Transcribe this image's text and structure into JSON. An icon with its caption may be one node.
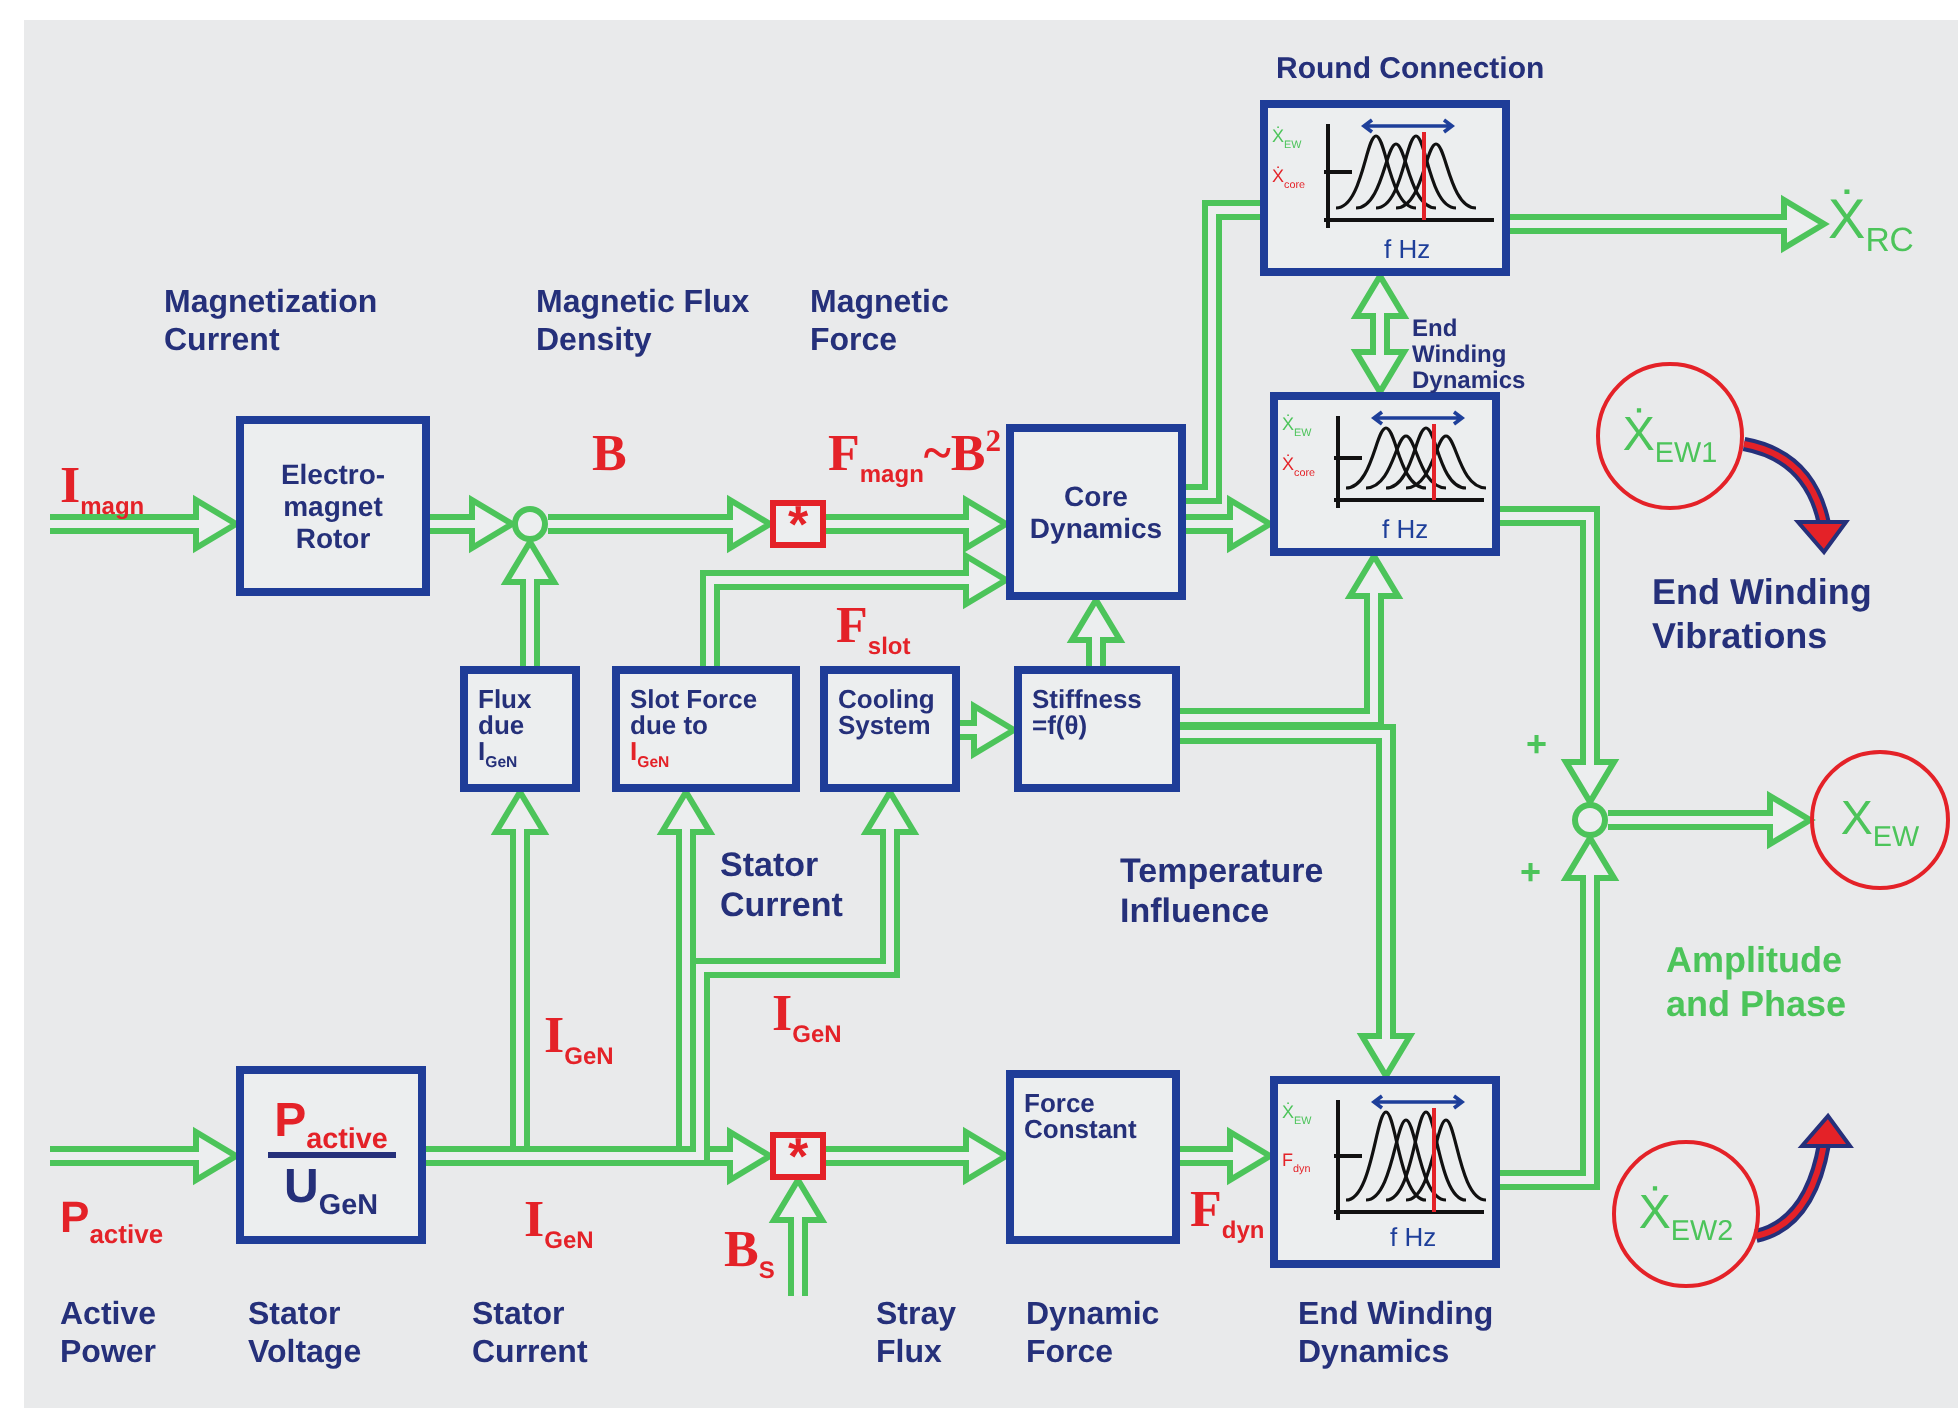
{
  "diagram": {
    "nodes": [
      {
        "text": [
          "Electro- magnet Rotor"
        ]
      },
      {
        "text": [],
        "shape": "circle"
      },
      {
        "text": [
          "*"
        ]
      },
      {
        "text": [
          "Core Dynamics"
        ]
      },
      {
        "text": [
          "Round Connection",
          "Ẋ$_{EW}$",
          "Ẋ$_{core}$",
          "f Hz"
        ]
      },
      {
        "text": [
          "Ẋ$_{EW}$",
          "Ẋ$_{core}$",
          "f Hz"
        ]
      },
      {
        "text": [
          "Flux due",
          "I$_{GeN}$"
        ]
      },
      {
        "text": [
          "Slot Force due to",
          "I$_{GeN}$"
        ]
      },
      {
        "text": [
          "Cooling System"
        ]
      },
      {
        "text": [
          "Stiffness =f(θ)"
        ]
      },
      {
        "text": [
          "P$_{active}$",
          "U$_{GeN}$"
        ]
      },
      {
        "text": [
          "*"
        ]
      },
      {
        "text": [
          "Force Constant"
        ]
      },
      {
        "text": [
          "Ẋ$_{EW}$",
          "F$_{dyn}$",
          "f Hz",
          "End Winding Dynamics"
        ]
      },
      {
        "text": [],
        "shape": "circle"
      },
      {
        "text": [
          "X$_{EW}$"
        ]
      },
      {
        "text": [
          "Ẋ$_{EW1}$"
        ]
      },
      {
        "text": [
          "Ẋ$_{EW2}$"
        ]
      },
      {
        "text": [
          "Ẋ$_{RC}$"
        ]
      }
    ],
    "edges": [
      {
        "from": null,
        "to": 0,
        "arrow": "to",
        "label": "I$_{magn}$"
      },
      {
        "from": 0,
        "to": 1,
        "arrow": "to"
      },
      {
        "from": 1,
        "to": 2,
        "arrow": "to",
        "label": "B"
      },
      {
        "from": 2,
        "to": 3,
        "arrow": "to",
        "label": "F$_{magn}$~B$^{2}$"
      },
      {
        "from": 6,
        "to": 1,
        "arrow": "to"
      },
      {
        "from": 7,
        "to": 3,
        "arrow": "to",
        "label": "F$_{slot}$"
      },
      {
        "from": 8,
        "to": 9,
        "arrow": "to"
      },
      {
        "from": 9,
        "to": 3,
        "arrow": "to"
      },
      {
        "from": 3,
        "to": 5,
        "arrow": "to"
      },
      {
        "from": 3,
        "to": 4,
        "arrow": "none"
      },
      {
        "from": 4,
        "to": 18,
        "arrow": "to"
      },
      {
        "from": 4,
        "to": 5,
        "arrow": "both",
        "label": "End Winding Dynamics"
      },
      {
        "from": 9,
        "to": 5,
        "arrow": "to"
      },
      {
        "from": 9,
        "to": 13,
        "arrow": "to"
      },
      {
        "from": 12,
        "to": 13,
        "arrow": "to",
        "label": "F$_{dyn}$"
      },
      {
        "from": 5,
        "to": 14,
        "arrow": "to"
      },
      {
        "from": 13,
        "to": 14,
        "arrow": "to"
      },
      {
        "from": 14,
        "to": 15,
        "arrow": "to"
      },
      {
        "from": null,
        "to": 10,
        "arrow": "to",
        "label": "P$_{active}$"
      },
      {
        "from": 10,
        "to": 11,
        "arrow": "to",
        "label": "I$_{GeN}$"
      },
      {
        "from": 10,
        "to": 6,
        "arrow": "to",
        "label": "I$_{GeN}$"
      },
      {
        "from": 10,
        "to": 7,
        "arrow": "to"
      },
      {
        "from": 10,
        "to": 8,
        "arrow": "to",
        "label": "I$_{GeN}$"
      },
      {
        "from": null,
        "to": 11,
        "arrow": "to",
        "label": "B$_{S}$"
      },
      {
        "from": 11,
        "to": 12,
        "arrow": "to"
      }
    ],
    "labels": [
      "Magnetization Current",
      "Magnetic Flux Density",
      "Magnetic Force",
      "Stator Current",
      "Temperature Influence",
      "End Winding Vibrations",
      "+",
      "+",
      "Amplitude and Phase",
      "Active Power",
      "Stator Voltage",
      "Stator Current",
      "Stray Flux",
      "Dynamic Force"
    ]
  }
}
